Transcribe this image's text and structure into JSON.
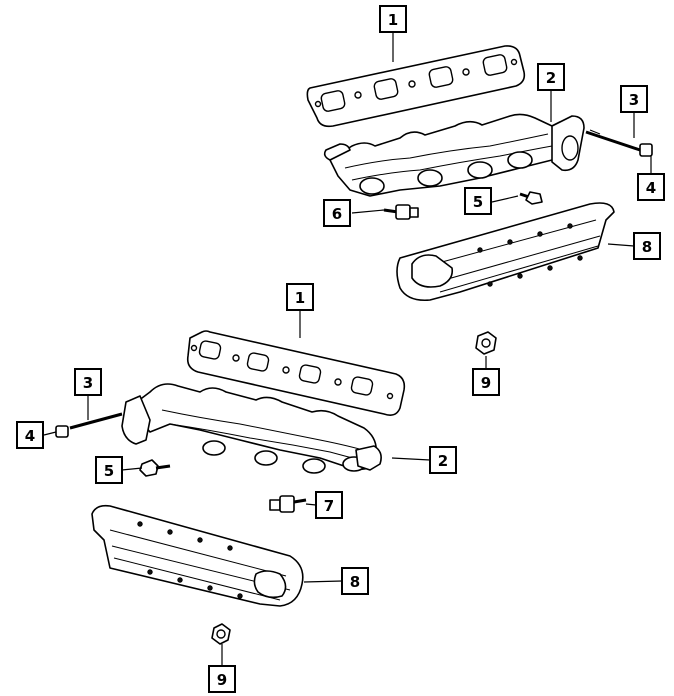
{
  "callouts": [
    {
      "id": "c1a",
      "label": "1"
    },
    {
      "id": "c2a",
      "label": "2"
    },
    {
      "id": "c3a",
      "label": "3"
    },
    {
      "id": "c4a",
      "label": "4"
    },
    {
      "id": "c5a",
      "label": "5"
    },
    {
      "id": "c6a",
      "label": "6"
    },
    {
      "id": "c8a",
      "label": "8"
    },
    {
      "id": "c9a",
      "label": "9"
    },
    {
      "id": "c1b",
      "label": "1"
    },
    {
      "id": "c3b",
      "label": "3"
    },
    {
      "id": "c4b",
      "label": "4"
    },
    {
      "id": "c2b",
      "label": "2"
    },
    {
      "id": "c5b",
      "label": "5"
    },
    {
      "id": "c7b",
      "label": "7"
    },
    {
      "id": "c8b",
      "label": "8"
    },
    {
      "id": "c9b",
      "label": "9"
    }
  ],
  "parts": {
    "gasket": "exhaust-manifold-gasket",
    "manifold": "exhaust-manifold",
    "stud": "stud",
    "nut": "nut",
    "bolt": "bolt",
    "sensor": "oxygen-sensor",
    "heat_shield": "heat-shield"
  }
}
